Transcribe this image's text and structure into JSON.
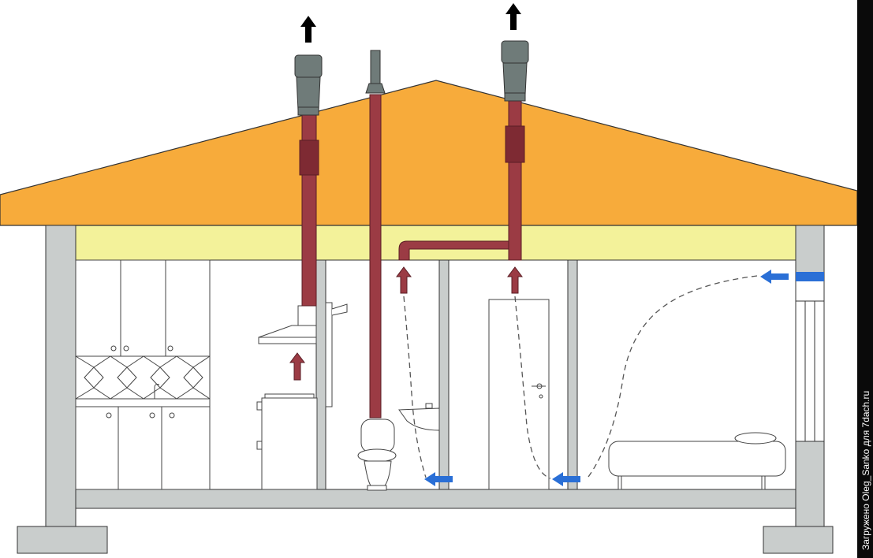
{
  "watermark": {
    "text": "Загружено Oleg_Sanko для 7dach.ru"
  },
  "colors": {
    "roof": "#f7ab3b",
    "attic_insulation": "#f3f29a",
    "walls": "#c9cdcc",
    "duct": "#9b3b44",
    "duct_joint": "#7e2a33",
    "vent_cap": "#6f7b79",
    "exhaust_arrow": "#000000",
    "extract_arrow": "#9b3b44",
    "inflow_arrow": "#2a6fd6",
    "airflow_path": "#555555"
  },
  "flows": {
    "exhaust": "up",
    "extract": "up",
    "inflow": "left"
  },
  "rooms": [
    "kitchen",
    "bathroom",
    "hall",
    "bedroom"
  ]
}
